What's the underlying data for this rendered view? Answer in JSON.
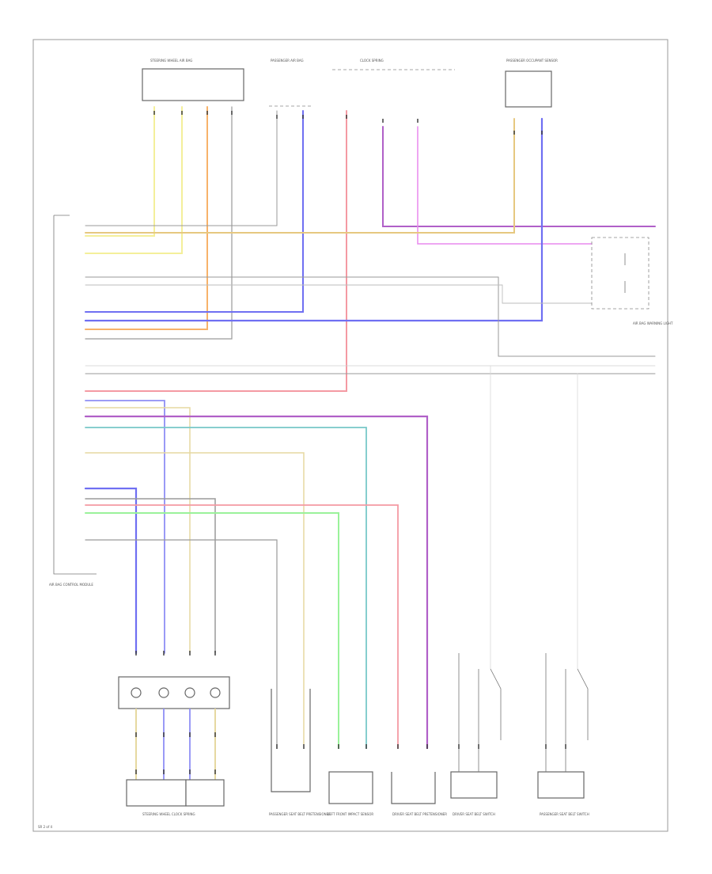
{
  "components": {
    "airbag_top": "STEERING WHEEL AIR BAG",
    "passenger_top": "PASSENGER AIR BAG",
    "center_top": "CLOCK SPRING",
    "right_module": "PASSENGER OCCUPANT SENSOR",
    "side_label": "AIR BAG WARNING LIGHT",
    "control_module": "AIR BAG CONTROL MODULE",
    "bottom_1": "STEERING WHEEL CLOCK SPRING",
    "bottom_2": "PASSENGER SEAT BELT PRETENSIONER",
    "bottom_3": "LEFT FRONT IMPACT SENSOR",
    "bottom_4": "DRIVER SEAT BELT PRETENSIONER",
    "bottom_5": "DRIVER SEAT BELT SWITCH",
    "bottom_6": "PASSENGER SEAT BELT SWITCH",
    "page_code": "SR 2 of 4"
  },
  "wire_colors": {
    "yellow": "#f4ef9a",
    "orange": "#f7b26a",
    "pink": "#f49aa3",
    "blue": "#6f6ff2",
    "magenta": "#e889ee",
    "purple": "#b060c8",
    "teal": "#78c8c8",
    "green": "#9af29a",
    "tan": "#e6d8a0",
    "gray": "#9a9a9a"
  }
}
